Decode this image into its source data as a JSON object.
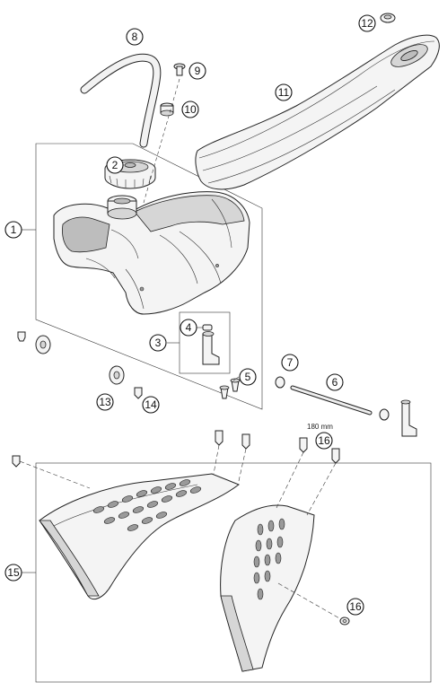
{
  "callouts": {
    "c1": "1",
    "c2": "2",
    "c3": "3",
    "c4": "4",
    "c5": "5",
    "c6": "6",
    "c7": "7",
    "c8": "8",
    "c9": "9",
    "c10": "10",
    "c11": "11",
    "c12": "12",
    "c13": "13",
    "c14": "14",
    "c15": "15",
    "c16a": "16",
    "c16b": "16"
  },
  "dimension": "180 mm"
}
